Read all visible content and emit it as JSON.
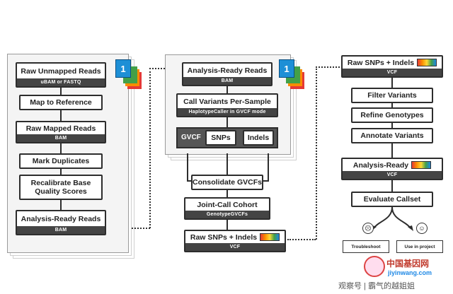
{
  "left": {
    "badge": "1",
    "raw_unmapped": {
      "title": "Raw Unmapped Reads",
      "sub": "uBAM or FASTQ"
    },
    "map_ref": "Map to Reference",
    "raw_mapped": {
      "title": "Raw Mapped Reads",
      "sub": "BAM"
    },
    "mark_dup": "Mark Duplicates",
    "recal_line1": "Recalibrate Base",
    "recal_line2": "Quality Scores",
    "ready": {
      "title": "Analysis-Ready Reads",
      "sub": "BAM"
    }
  },
  "middle": {
    "badge": "1",
    "ready": {
      "title": "Analysis-Ready Reads",
      "sub": "BAM"
    },
    "call": {
      "title": "Call Variants Per-Sample",
      "sub": "HaplotypeCaller in GVCF mode"
    },
    "gvcf_label": "GVCF",
    "snps": "SNPs",
    "indels": "Indels",
    "consolidate": "Consolidate GVCFs",
    "joint": {
      "title": "Joint-Call Cohort",
      "sub": "GenotypeGVCFs"
    },
    "raw_snps": {
      "title": "Raw SNPs + Indels",
      "sub": "VCF"
    }
  },
  "right": {
    "raw_snps": {
      "title": "Raw SNPs + Indels",
      "sub": "VCF"
    },
    "filter": "Filter Variants",
    "refine": "Refine Genotypes",
    "annotate": "Annotate Variants",
    "ready": {
      "title": "Analysis-Ready",
      "sub": "VCF"
    },
    "evaluate": "Evaluate Callset",
    "troubleshoot": "Troubleshoot",
    "use": "Use in project"
  },
  "watermark": {
    "site_cn": "中国基因网",
    "site_url": "jiyinwang.com",
    "author": "观察号 | 霸气的越姐姐"
  },
  "colors": {
    "badge": "#1d8fd6",
    "box_border": "#2d2d2d",
    "sub_bar": "#444444"
  }
}
